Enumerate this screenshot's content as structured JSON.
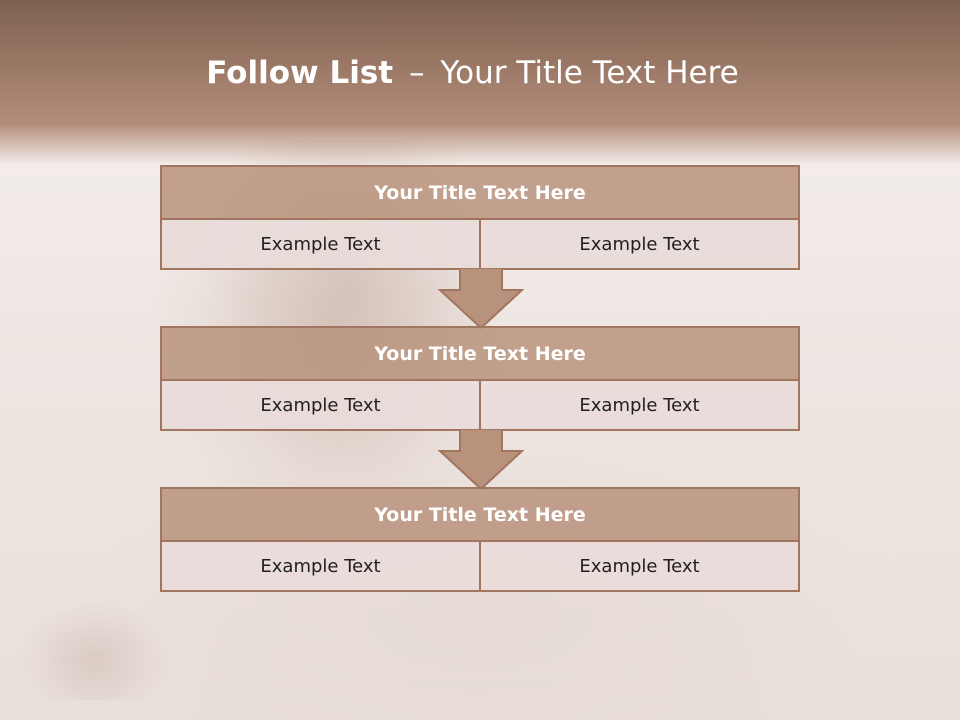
{
  "slide": {
    "title_bold": "Follow List",
    "title_sep": "–",
    "title_rest": "Your Title Text Here"
  },
  "blocks": [
    {
      "title": "Your Title Text Here",
      "cells": [
        "Example Text",
        "Example Text"
      ]
    },
    {
      "title": "Your Title Text Here",
      "cells": [
        "Example Text",
        "Example Text"
      ]
    },
    {
      "title": "Your Title Text Here",
      "cells": [
        "Example Text",
        "Example Text"
      ]
    }
  ],
  "colors": {
    "header_band": "#9b7866",
    "box_title_fill": "#c09e89",
    "box_border": "#a27560",
    "cell_fill": "#e8dcd9",
    "arrow_fill": "#b8927d"
  }
}
